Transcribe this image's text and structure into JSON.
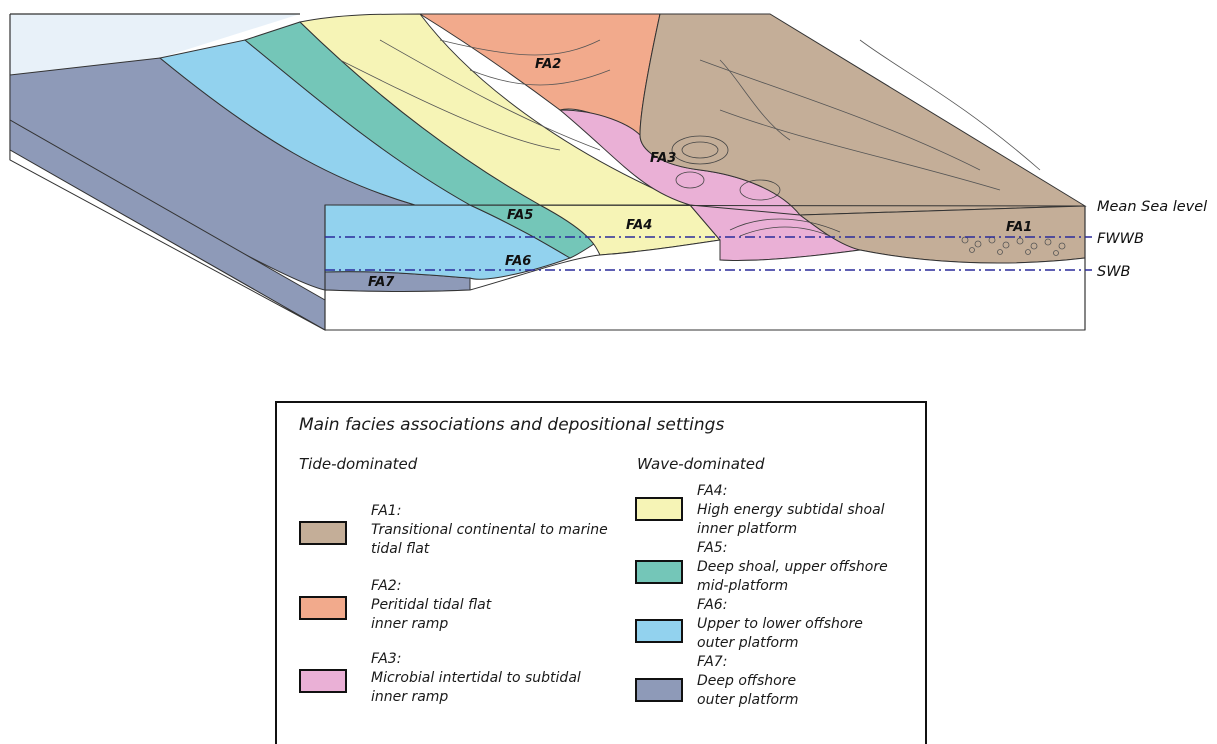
{
  "diagram": {
    "facies_labels": [
      "FA1",
      "FA2",
      "FA3",
      "FA4",
      "FA5",
      "FA6",
      "FA7"
    ],
    "levels": {
      "mean_sea_level": "Mean Sea level",
      "fwwb": "FWWB",
      "swb": "SWB"
    }
  },
  "legend": {
    "title": "Main facies associations and depositional settings",
    "tide_heading": "Tide-dominated",
    "wave_heading": "Wave-dominated",
    "tide_items": [
      {
        "code": "FA1:",
        "lines": [
          "Transitional continental to marine",
          "tidal flat"
        ],
        "color": "#c4ae98"
      },
      {
        "code": "FA2:",
        "lines": [
          "Peritidal tidal flat",
          "inner ramp"
        ],
        "color": "#f2aa8c"
      },
      {
        "code": "FA3:",
        "lines": [
          "Microbial intertidal to subtidal",
          "inner ramp"
        ],
        "color": "#eab0d6"
      }
    ],
    "wave_items": [
      {
        "code": "FA4:",
        "lines": [
          "High energy subtidal shoal",
          "inner platform"
        ],
        "color": "#f6f4b6"
      },
      {
        "code": "FA5:",
        "lines": [
          "Deep shoal, upper offshore",
          "mid-platform"
        ],
        "color": "#74c6b8"
      },
      {
        "code": "FA6:",
        "lines": [
          "Upper to lower offshore",
          "outer platform"
        ],
        "color": "#92d2ee"
      },
      {
        "code": "FA7:",
        "lines": [
          "Deep offshore",
          "outer platform"
        ],
        "color": "#8e9ab8"
      }
    ]
  },
  "colors": {
    "fa1": "#c4ae98",
    "fa2": "#f2aa8c",
    "fa3": "#eab0d6",
    "fa4": "#f6f4b6",
    "fa5": "#74c6b8",
    "fa6": "#92d2ee",
    "fa7": "#8e9ab8",
    "sky": "#e8f1f9",
    "datum_line": "#2a2a9a"
  }
}
